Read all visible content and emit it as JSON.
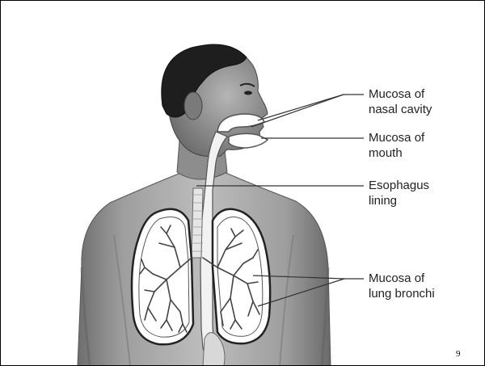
{
  "labels": {
    "nasal": {
      "line1": "Mucosa of",
      "line2": "nasal cavity"
    },
    "mouth": {
      "line1": "Mucosa of",
      "line2": "mouth"
    },
    "esophagus": {
      "line1": "Esophagus",
      "line2": "lining"
    },
    "bronchi": {
      "line1": "Mucosa of",
      "line2": "lung bronchi"
    }
  },
  "page_number": "9"
}
